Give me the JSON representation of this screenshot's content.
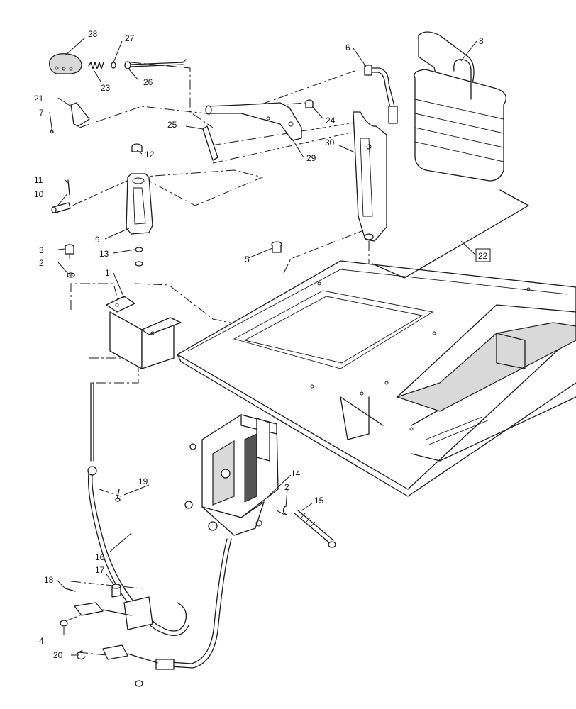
{
  "callouts": {
    "c1": "1",
    "c2a": "2",
    "c2b": "2",
    "c3": "3",
    "c4": "4",
    "c5": "5",
    "c6": "6",
    "c7": "7",
    "c8": "8",
    "c9": "9",
    "c10": "10",
    "c11": "11",
    "c12": "12",
    "c13": "13",
    "c14": "14",
    "c15": "15",
    "c16": "16",
    "c17": "17",
    "c18": "18",
    "c19": "19",
    "c20": "20",
    "c21": "21",
    "c22": "22",
    "c23": "23",
    "c24": "24",
    "c25": "25",
    "c26": "26",
    "c27": "27",
    "c28": "28",
    "c29": "29",
    "c30": "30"
  }
}
